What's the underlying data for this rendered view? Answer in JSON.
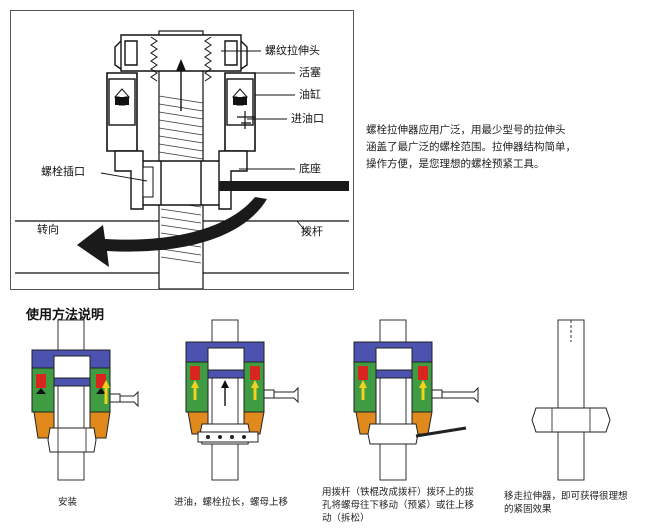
{
  "top_diagram": {
    "labels": {
      "nut_head": "螺纹拉伸头",
      "piston": "活塞",
      "cylinder": "油缸",
      "oil_inlet": "进油口",
      "bolt_socket": "螺栓插口",
      "base": "底座",
      "turn_direction": "转向",
      "lever": "拨杆"
    }
  },
  "description": {
    "lines": [
      "螺栓拉伸器应用广泛，用最少型号的拉伸头",
      "涵盖了最广泛的螺栓范围。拉伸器结构简单，",
      "操作方便，是您理想的螺栓预紧工具。"
    ]
  },
  "usage": {
    "title": "使用方法说明",
    "steps": [
      {
        "caption_lines": [
          "安装"
        ]
      },
      {
        "caption_lines": [
          "进油，螺栓拉长，螺母上移"
        ]
      },
      {
        "caption_lines": [
          "用拨杆（铁棍改成拨杆）拨环上的拔",
          "孔将螺母往下移动（预紧）或往上移",
          "动（拆松）"
        ]
      },
      {
        "caption_lines": [
          "移走拉伸器，即可获得很理想",
          "的紧固效果"
        ]
      }
    ]
  },
  "colors": {
    "cylinder_blue": "#4b52b0",
    "piston_green": "#3f9c43",
    "base_orange": "#e08a1e",
    "seal_red": "#d8261f",
    "arrow_yellow": "#f2d21b"
  }
}
